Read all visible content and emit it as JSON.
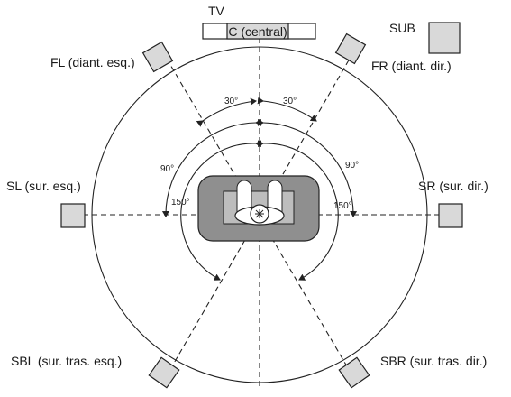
{
  "labels": {
    "tv": "TV",
    "center": "C (central)",
    "sub": "SUB",
    "fl": "FL (diant. esq.)",
    "fr": "FR (diant. dir.)",
    "sl": "SL (sur. esq.)",
    "sr": "SR (sur. dir.)",
    "sbl": "SBL (sur. tras. esq.)",
    "sbr": "SBR (sur. tras. dir.)"
  },
  "angles": {
    "a30_left": "30°",
    "a30_right": "30°",
    "a90_left": "90°",
    "a90_right": "90°",
    "a150_left": "150°",
    "a150_right": "150°"
  },
  "icons": {
    "speaker": "square-speaker-icon",
    "listener": "listener-icon",
    "sofa": "sofa-icon"
  }
}
